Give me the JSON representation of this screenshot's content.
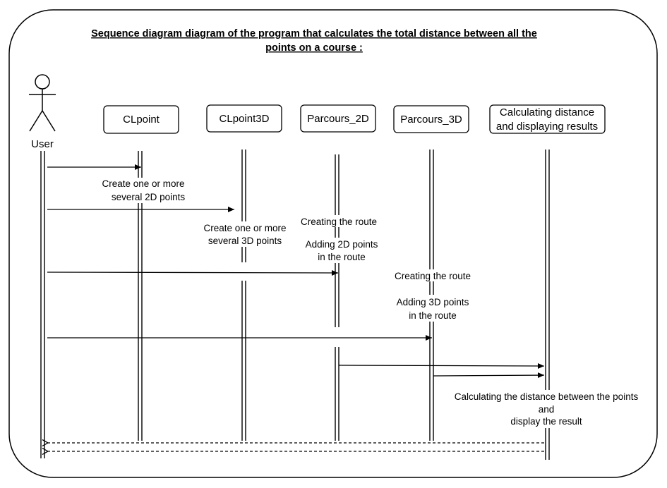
{
  "title": {
    "line1": "Sequence diagram diagram of the program that calculates the total distance between all the",
    "line2": "points on a course :"
  },
  "actor": {
    "label": "User"
  },
  "participants": [
    {
      "id": "clpoint",
      "label": "CLpoint"
    },
    {
      "id": "clpoint3d",
      "label": "CLpoint3D"
    },
    {
      "id": "parcours2d",
      "label": "Parcours_2D"
    },
    {
      "id": "parcours3d",
      "label": "Parcours_3D"
    },
    {
      "id": "calc",
      "label_line1": "Calculating distance",
      "label_line2": "and displaying results"
    }
  ],
  "messages": {
    "create_2d": {
      "line1": "Create one or more",
      "line2": "several 2D points"
    },
    "create_3d": {
      "line1": "Create one or more",
      "line2": "several 3D points"
    },
    "route_2d_create": "Creating the route",
    "route_2d_add": {
      "line1": "Adding 2D points",
      "line2": "in the route"
    },
    "route_3d_create": "Creating the route",
    "route_3d_add": {
      "line1": "Adding 3D points",
      "line2": "in the route"
    },
    "calc": {
      "line1": "Calculating the distance between the points",
      "line2": "and",
      "line3": "display the result"
    }
  }
}
